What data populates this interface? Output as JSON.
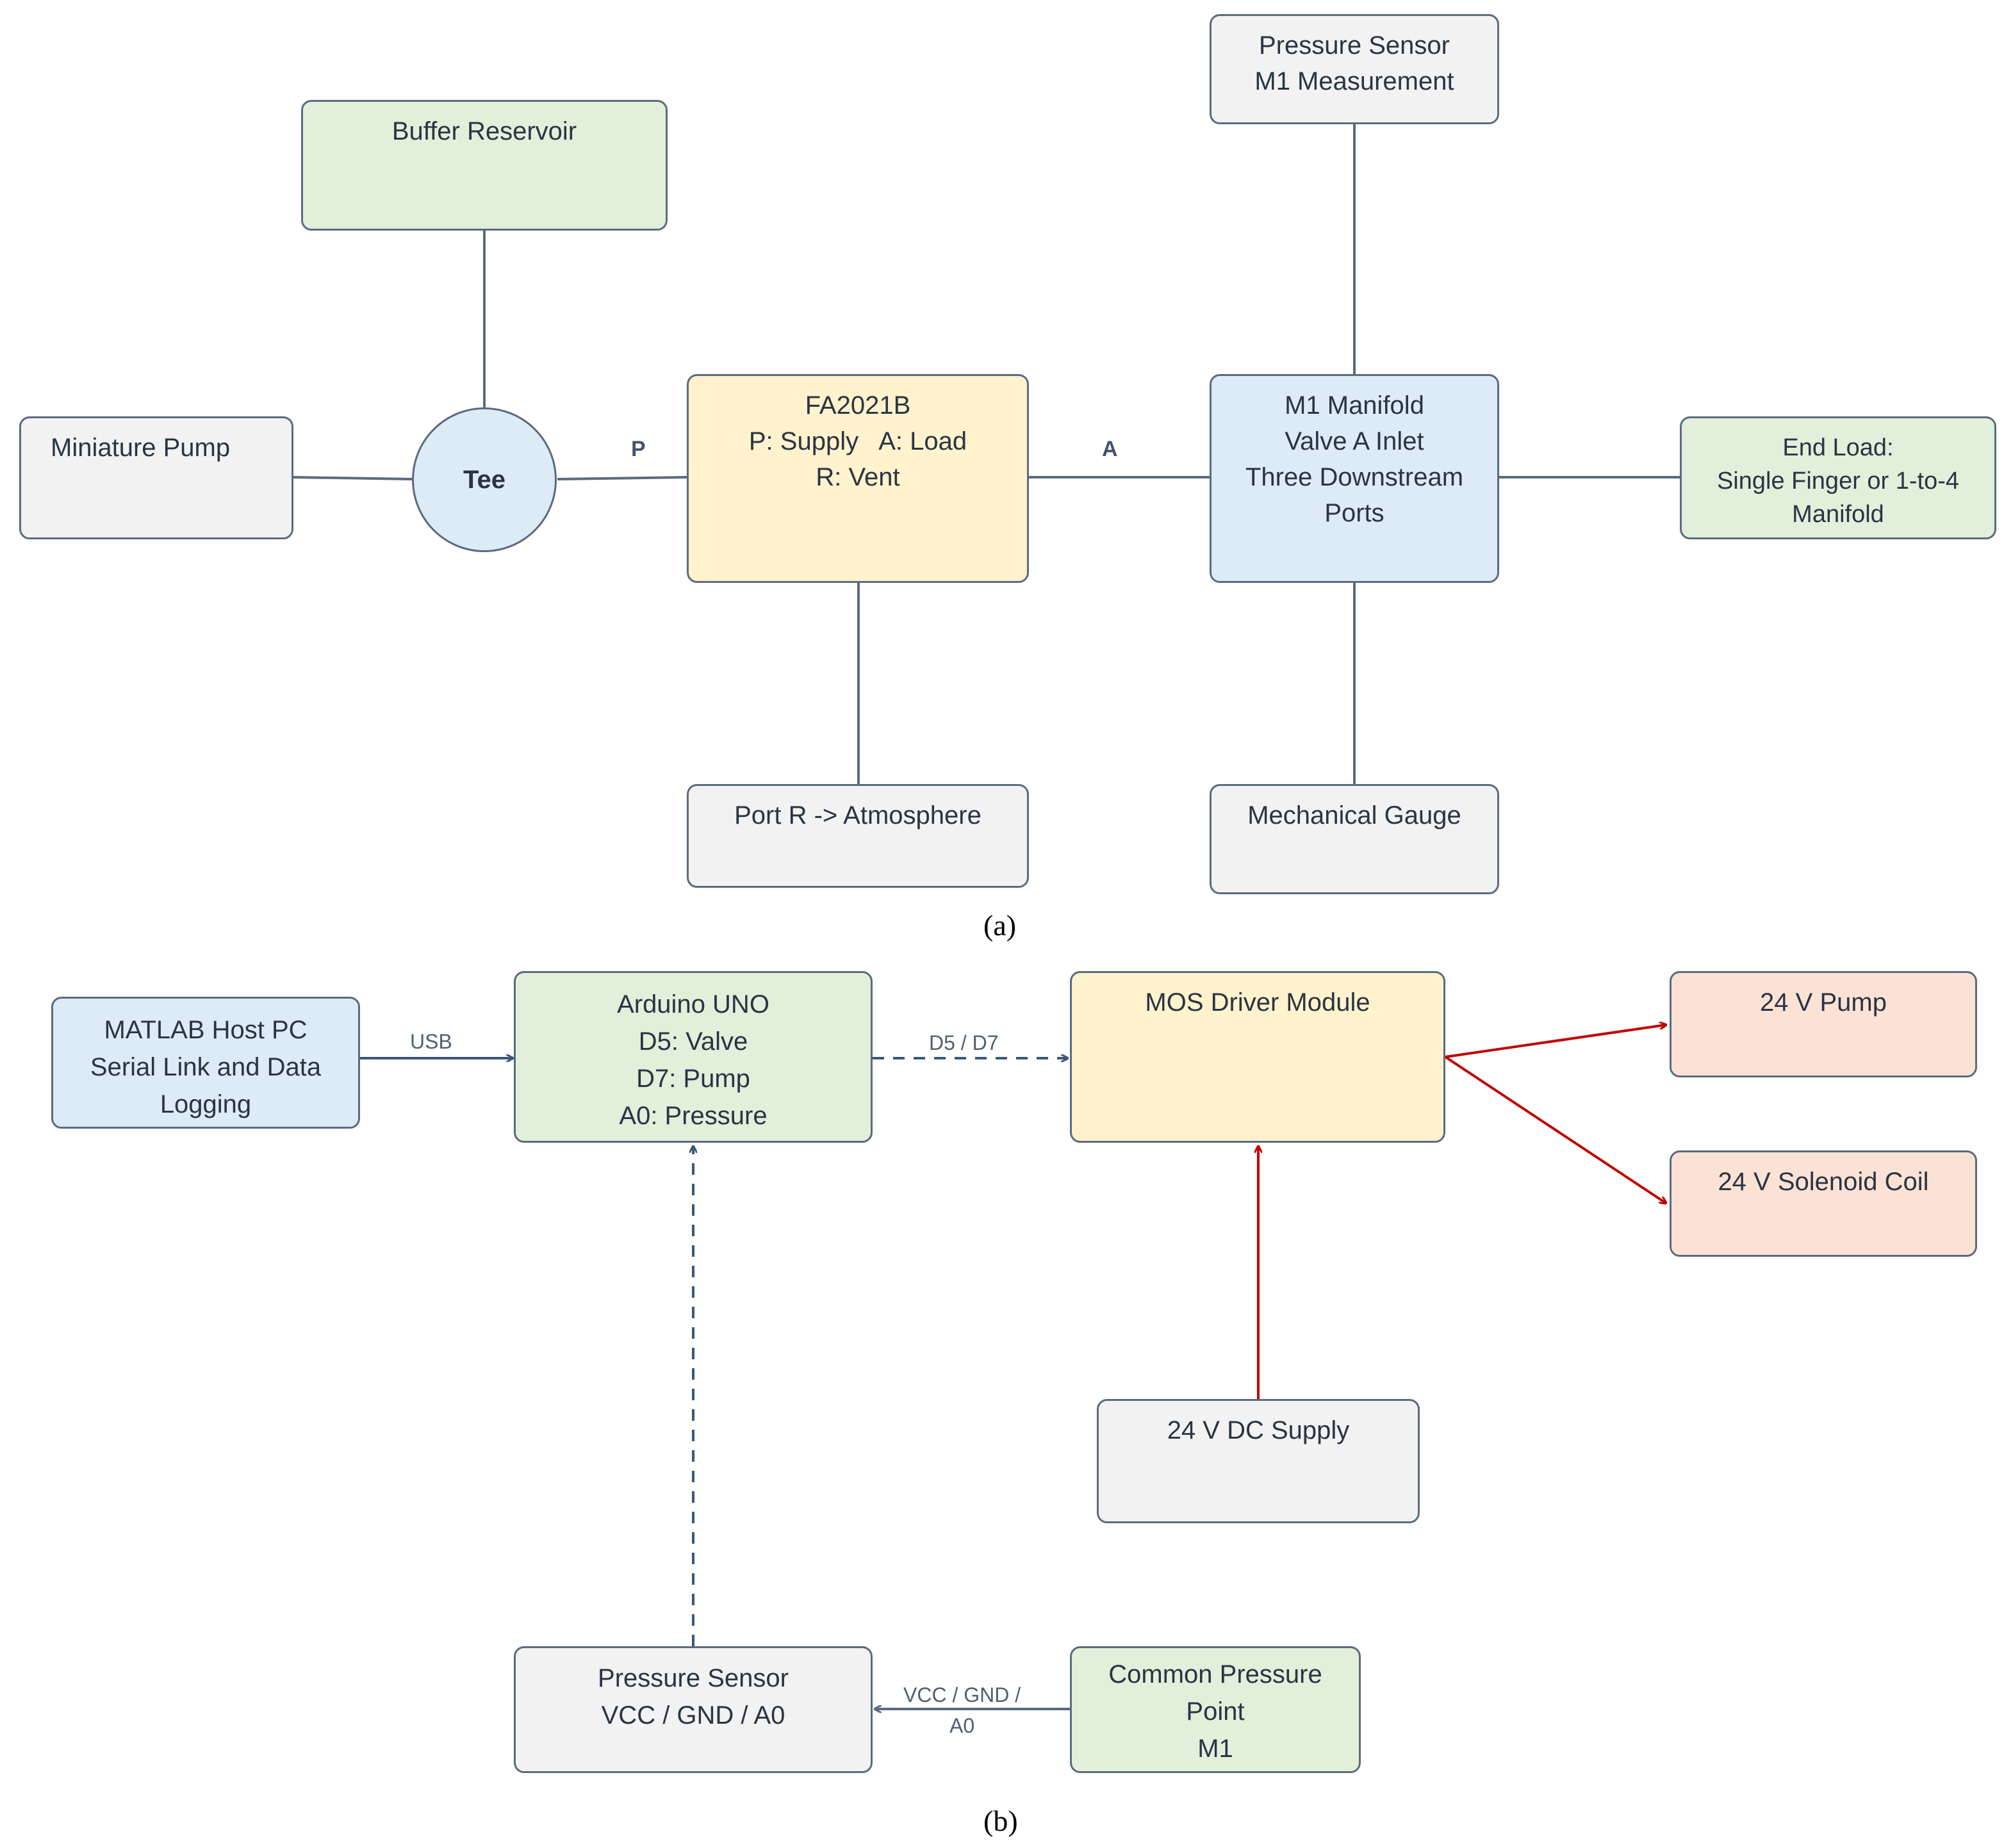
{
  "diagram_a": {
    "caption": "(a)",
    "buffer_reservoir": [
      "Buffer Reservoir"
    ],
    "miniature_pump": [
      "Miniature Pump"
    ],
    "tee": "Tee",
    "valve": [
      "FA2021B",
      "P: Supply   A: Load",
      "R: Vent"
    ],
    "port_r": [
      "Port R -> Atmosphere"
    ],
    "pressure_sensor_m1": [
      "Pressure Sensor",
      "M1 Measurement"
    ],
    "manifold_m1": [
      "M1 Manifold",
      "Valve A Inlet",
      "Three Downstream",
      "Ports"
    ],
    "mechanical_gauge": [
      "Mechanical Gauge"
    ],
    "end_load": [
      "End Load:",
      "Single Finger or 1-to-4",
      "Manifold"
    ],
    "port_p_label": "P",
    "port_a_label": "A"
  },
  "diagram_b": {
    "caption": "(b)",
    "matlab_host": [
      "MATLAB Host PC",
      "Serial Link and Data",
      "Logging"
    ],
    "arduino": [
      "Arduino UNO",
      "D5: Valve",
      "D7: Pump",
      "A0: Pressure"
    ],
    "mos_driver": [
      "MOS Driver Module"
    ],
    "pump_24v": [
      "24 V Pump"
    ],
    "solenoid_24v": [
      "24 V Solenoid Coil"
    ],
    "dc_supply": [
      "24 V DC Supply"
    ],
    "pressure_sensor": [
      "Pressure Sensor",
      "VCC / GND / A0"
    ],
    "common_pressure_point": [
      "Common Pressure",
      "Point",
      "M1"
    ],
    "usb_label": "USB",
    "d5d7_label": "D5 / D7",
    "vcc_label": "VCC / GND /\nA0"
  },
  "colors": {
    "green": "#e2efda",
    "grey": "#f2f2f2",
    "yellow": "#fff2cc",
    "blue": "#ddebf7",
    "orange": "#fbe2d5",
    "border": "#5b6b7f",
    "signal_line": "#3b5778",
    "power_line": "#c00000"
  }
}
